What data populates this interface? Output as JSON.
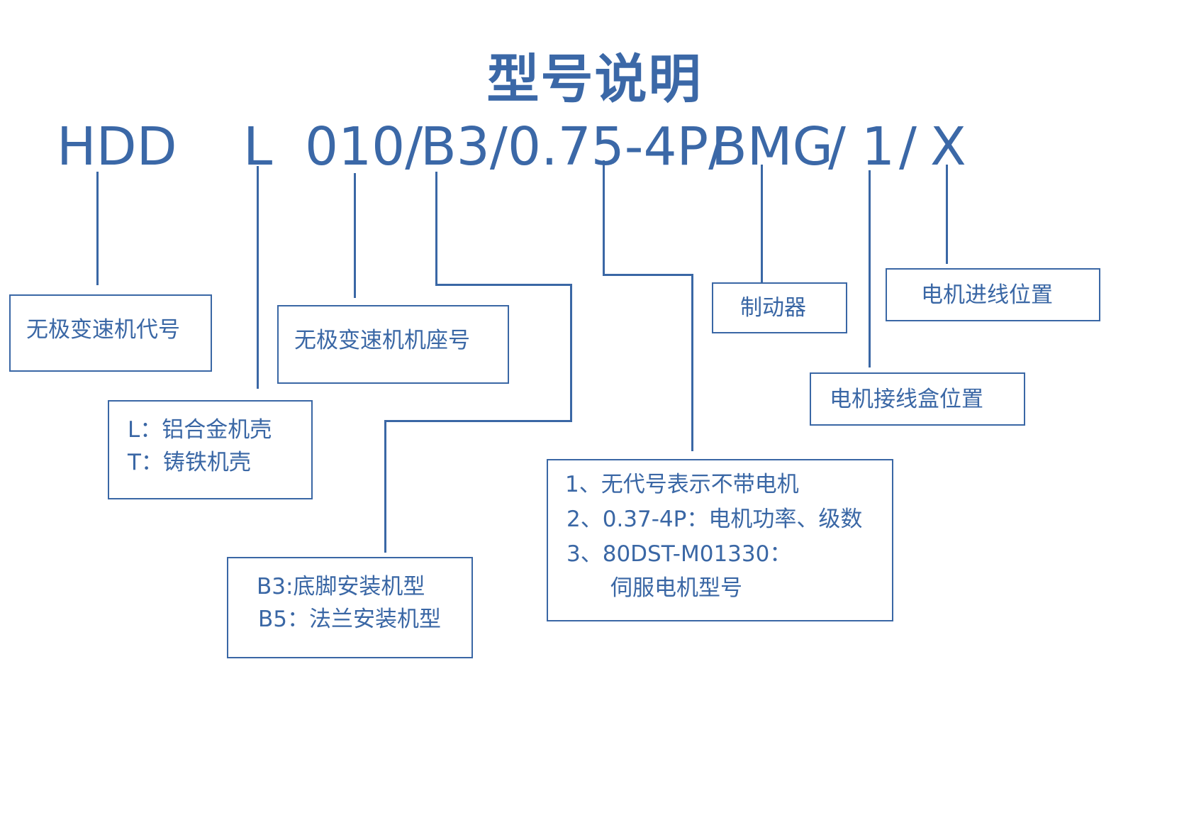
{
  "title": "型号说明",
  "code": {
    "hdd": "HDD",
    "l": "L",
    "size": "010/",
    "mount": "B3/",
    "motor": "0.75-4P/",
    "brake": "BMG",
    "sep1": "/",
    "box_pos": "1",
    "sep2": "/",
    "line_pos": "X"
  },
  "boxes": {
    "series": "无极变速机代号",
    "frame": "无极变速机机座号",
    "housing": [
      "L：铝合金机壳",
      "T：铸铁机壳"
    ],
    "mounting": [
      "B3:底脚安装机型",
      "B5：法兰安装机型"
    ],
    "motor": [
      "1、无代号表示不带电机",
      "2、0.37-4P：电机功率、级数",
      "3、80DST-M01330：",
      "伺服电机型号"
    ],
    "brake": "制动器",
    "junction_box": "电机接线盒位置",
    "cable_entry": "电机进线位置"
  },
  "colors": {
    "primary": "#3a67a5"
  }
}
